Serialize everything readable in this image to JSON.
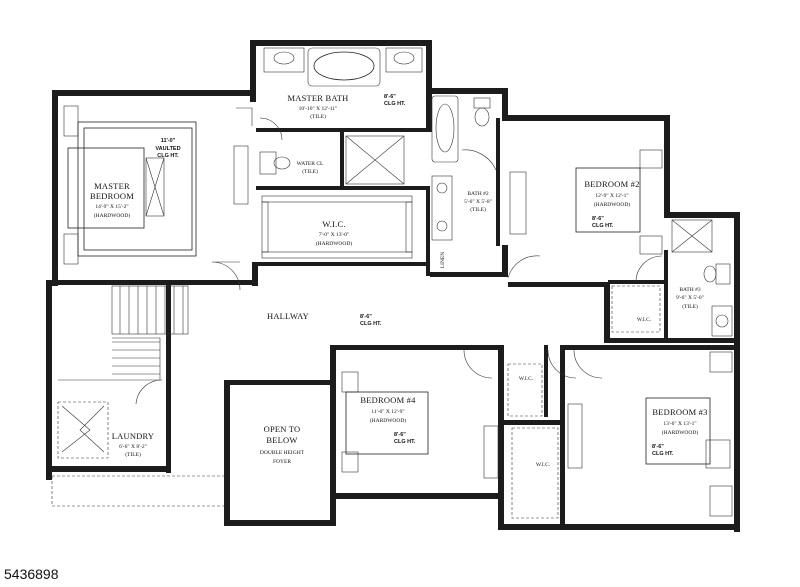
{
  "listing_id": "5436898",
  "rooms": [
    {
      "key": "master_bath",
      "name": "MASTER BATH",
      "dims": "10'-10\" X 12'-11\"",
      "material": "(TILE)"
    },
    {
      "key": "master_bedroom",
      "name_lines": [
        "MASTER",
        "BEDROOM"
      ],
      "dims": "14'-9\" X 15'-2\"",
      "material": "(HARDWOOD)"
    },
    {
      "key": "water_cl",
      "name": "WATER CL",
      "material": "(TILE)"
    },
    {
      "key": "wic_master",
      "name": "W.I.C.",
      "dims": "7'-0\" X 13'-0\"",
      "material": "(HARDWOOD)"
    },
    {
      "key": "bath2",
      "name": "BATH #2",
      "dims": "5'-6\" X 5'-8\"",
      "material": "(TILE)"
    },
    {
      "key": "bedroom2",
      "name": "BEDROOM #2",
      "dims": "12'-9\" X 12'-1\"",
      "material": "(HARDWOOD)"
    },
    {
      "key": "bath3",
      "name": "BATH #3",
      "dims": "9'-6\" X 5'-0\"",
      "material": "(TILE)"
    },
    {
      "key": "hallway",
      "name": "HALLWAY"
    },
    {
      "key": "bedroom4",
      "name": "BEDROOM #4",
      "dims": "11'-6\" X 12'-9\"",
      "material": "(HARDWOOD)"
    },
    {
      "key": "bedroom3",
      "name": "BEDROOM #3",
      "dims": "13'-6\" X 13'-1\"",
      "material": "(HARDWOOD)"
    },
    {
      "key": "laundry",
      "name": "LAUNDRY",
      "dims": "6'-6\" X 8'-2\"",
      "material": "(TILE)"
    },
    {
      "key": "open_below",
      "name_lines": [
        "OPEN TO",
        "BELOW"
      ],
      "sub_lines": [
        "DOUBLE HEIGHT",
        "FOYER"
      ]
    },
    {
      "key": "wic_b2",
      "name": "W.I.C."
    },
    {
      "key": "wic_b3a",
      "name": "W.I.C."
    },
    {
      "key": "wic_b3b",
      "name": "W.I.C."
    },
    {
      "key": "linen",
      "name": "LINEN"
    }
  ],
  "ceiling_notes": {
    "clg_height": "8'-6\"",
    "clg_label": "CLG HT.",
    "vaulted_height": "11'-0\"",
    "vaulted_lines": [
      "VAULTED",
      "CLG HT."
    ]
  }
}
